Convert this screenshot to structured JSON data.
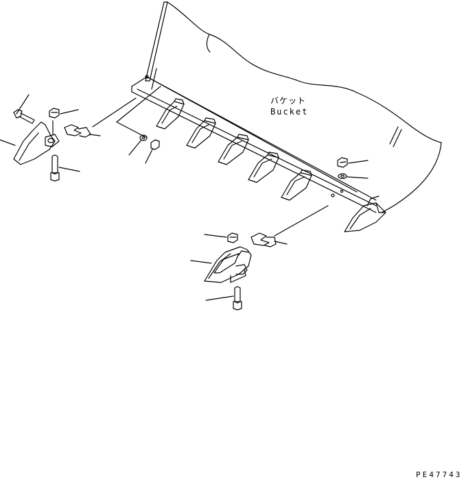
{
  "diagram": {
    "bucket_label_ja": "バケット",
    "bucket_label_en": "Bucket",
    "drawing_number": "PE47743"
  }
}
